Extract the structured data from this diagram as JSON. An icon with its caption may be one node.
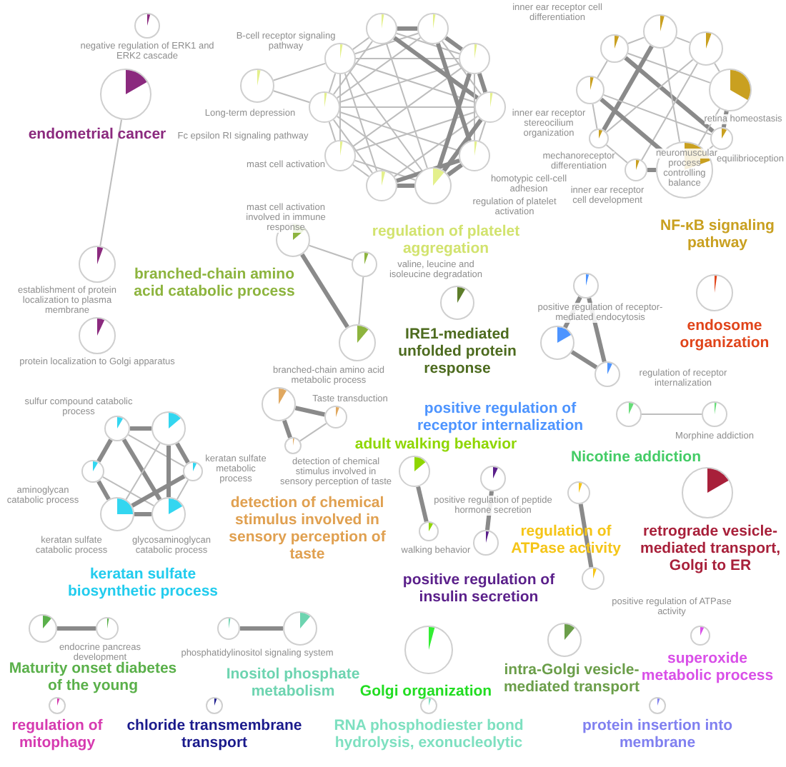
{
  "diagram": {
    "nodes": [
      {
        "text": [
          "negative regulation of ERK1 and ERK2 cascade"
        ]
      },
      {
        "text": [],
        "shape": "circle"
      },
      {
        "text": [
          "Long-term depression"
        ]
      },
      {
        "text": [
          "B-cell receptor signaling pathway"
        ]
      },
      {
        "text": [
          "Fc epsilon RI signaling pathway"
        ]
      },
      {
        "text": [
          "mast cell activation"
        ]
      },
      {
        "text": [
          "mast cell activation involved in immune response"
        ]
      },
      {
        "text": [],
        "shape": "circle"
      },
      {
        "text": [],
        "shape": "circle"
      },
      {
        "text": [],
        "shape": "circle"
      },
      {
        "text": [],
        "shape": "circle"
      },
      {
        "text": [
          "homotypic cell-cell adhesion"
        ]
      },
      {
        "text": [
          "regulation of platelet activation"
        ]
      },
      {
        "text": [
          "inner ear receptor cell differentiation"
        ]
      },
      {
        "text": [],
        "shape": "circle"
      },
      {
        "text": [],
        "shape": "circle"
      },
      {
        "text": [
          "retina homeostasis"
        ]
      },
      {
        "text": [
          "inner ear receptor stereocilium organization"
        ]
      },
      {
        "text": [
          "mechanoreceptor differentiation"
        ]
      },
      {
        "text": [
          "equilibrioception"
        ]
      },
      {
        "text": [
          "neuromuscular process controlling balance"
        ]
      },
      {
        "text": [
          "inner ear receptor cell development"
        ]
      },
      {
        "text": [],
        "shape": "circle"
      },
      {
        "text": [
          "valine, leucine and isoleucine degradation"
        ]
      },
      {
        "text": [
          "branched-chain amino acid metabolic process"
        ]
      },
      {
        "text": [],
        "shape": "circle"
      },
      {
        "text": [],
        "shape": "circle"
      },
      {
        "text": [
          "positive regulation of receptor-mediated endocytosis"
        ]
      },
      {
        "text": [
          "regulation of receptor internalization"
        ]
      },
      {
        "text": [],
        "shape": "circle"
      },
      {
        "text": [],
        "shape": "circle"
      },
      {
        "text": [
          "Morphine addiction"
        ]
      },
      {
        "text": [],
        "shape": "circle"
      },
      {
        "text": [
          "walking behavior"
        ]
      },
      {
        "text": [
          "positive regulation of peptide hormone secretion"
        ]
      },
      {
        "text": [],
        "shape": "circle"
      },
      {
        "text": [],
        "shape": "circle"
      },
      {
        "text": [
          "positive regulation of ATPase activity"
        ]
      },
      {
        "text": [],
        "shape": "circle"
      },
      {
        "text": [],
        "shape": "circle"
      },
      {
        "text": [],
        "shape": "circle"
      },
      {
        "text": [],
        "shape": "circle"
      },
      {
        "text": [
          "establishment of protein localization to plasma membrane"
        ]
      },
      {
        "text": [
          "protein localization to Golgi apparatus"
        ]
      },
      {
        "text": [
          "sulfur compound catabolic process"
        ]
      },
      {
        "text": [],
        "shape": "circle"
      },
      {
        "text": [
          "aminoglycan catabolic process"
        ]
      },
      {
        "text": [
          "keratan sulfate metabolic process"
        ]
      },
      {
        "text": [
          "keratan sulfate catabolic process"
        ]
      },
      {
        "text": [
          "glycosaminoglycan catabolic process"
        ]
      },
      {
        "text": [],
        "shape": "circle"
      },
      {
        "text": [
          "Taste transduction"
        ]
      },
      {
        "text": [
          "detection of chemical stimulus involved in sensory perception of taste"
        ]
      },
      {
        "text": [],
        "shape": "circle"
      },
      {
        "text": [
          "endocrine pancreas development"
        ]
      },
      {
        "text": [
          "phosphatidylinositol signaling system"
        ]
      },
      {
        "text": [],
        "shape": "circle"
      },
      {
        "text": [],
        "shape": "circle"
      },
      {
        "text": [],
        "shape": "circle"
      },
      {
        "text": [],
        "shape": "circle"
      },
      {
        "text": [],
        "shape": "circle"
      }
    ],
    "edges": [
      {
        "from": 1,
        "to": 42,
        "arrow": "none"
      },
      {
        "from": 2,
        "to": 3,
        "arrow": "none"
      },
      {
        "from": 2,
        "to": 4,
        "arrow": "none"
      },
      {
        "from": 3,
        "to": 4,
        "arrow": "none"
      },
      {
        "from": 3,
        "to": 5,
        "arrow": "none"
      },
      {
        "from": 3,
        "to": 6,
        "arrow": "none"
      },
      {
        "from": 3,
        "to": 7,
        "arrow": "none"
      },
      {
        "from": 3,
        "to": 8,
        "arrow": "none"
      },
      {
        "from": 3,
        "to": 9,
        "arrow": "none"
      },
      {
        "from": 3,
        "to": 10,
        "arrow": "none"
      },
      {
        "from": 3,
        "to": 12,
        "arrow": "none"
      },
      {
        "from": 4,
        "to": 5,
        "arrow": "none"
      },
      {
        "from": 4,
        "to": 6,
        "arrow": "none"
      },
      {
        "from": 4,
        "to": 7,
        "arrow": "none"
      },
      {
        "from": 4,
        "to": 8,
        "arrow": "none"
      },
      {
        "from": 4,
        "to": 9,
        "arrow": "none"
      },
      {
        "from": 4,
        "to": 10,
        "arrow": "none"
      },
      {
        "from": 4,
        "to": 11,
        "arrow": "none"
      },
      {
        "from": 4,
        "to": 12,
        "arrow": "none"
      },
      {
        "from": 5,
        "to": 6,
        "arrow": "none"
      },
      {
        "from": 5,
        "to": 9,
        "arrow": "none"
      },
      {
        "from": 5,
        "to": 10,
        "arrow": "none"
      },
      {
        "from": 5,
        "to": 12,
        "arrow": "none"
      },
      {
        "from": 6,
        "to": 10,
        "arrow": "none"
      },
      {
        "from": 6,
        "to": 11,
        "arrow": "none",
        "style": "thick"
      },
      {
        "from": 6,
        "to": 12,
        "arrow": "none",
        "style": "thick"
      },
      {
        "from": 7,
        "to": 8,
        "arrow": "none",
        "style": "thick"
      },
      {
        "from": 7,
        "to": 9,
        "arrow": "none"
      },
      {
        "from": 7,
        "to": 10,
        "arrow": "none",
        "style": "thick"
      },
      {
        "from": 7,
        "to": 12,
        "arrow": "none"
      },
      {
        "from": 8,
        "to": 9,
        "arrow": "none",
        "style": "thick"
      },
      {
        "from": 8,
        "to": 10,
        "arrow": "none"
      },
      {
        "from": 8,
        "to": 11,
        "arrow": "none",
        "style": "thick"
      },
      {
        "from": 9,
        "to": 10,
        "arrow": "none",
        "style": "thick"
      },
      {
        "from": 9,
        "to": 11,
        "arrow": "none"
      },
      {
        "from": 9,
        "to": 12,
        "arrow": "none",
        "style": "thick"
      },
      {
        "from": 10,
        "to": 11,
        "arrow": "none"
      },
      {
        "from": 10,
        "to": 12,
        "arrow": "none",
        "style": "thick"
      },
      {
        "from": 11,
        "to": 12,
        "arrow": "none",
        "style": "thick"
      },
      {
        "from": 13,
        "to": 14,
        "arrow": "none"
      },
      {
        "from": 14,
        "to": 15,
        "arrow": "none"
      },
      {
        "from": 15,
        "to": 16,
        "arrow": "none"
      },
      {
        "from": 13,
        "to": 17,
        "arrow": "none"
      },
      {
        "from": 13,
        "to": 16,
        "arrow": "none"
      },
      {
        "from": 13,
        "to": 19,
        "arrow": "none",
        "style": "thick"
      },
      {
        "from": 14,
        "to": 18,
        "arrow": "none",
        "style": "thick"
      },
      {
        "from": 14,
        "to": 20,
        "arrow": "none"
      },
      {
        "from": 15,
        "to": 18,
        "arrow": "none"
      },
      {
        "from": 15,
        "to": 21,
        "arrow": "none"
      },
      {
        "from": 16,
        "to": 19,
        "arrow": "none",
        "style": "thick"
      },
      {
        "from": 16,
        "to": 20,
        "arrow": "none"
      },
      {
        "from": 17,
        "to": 18,
        "arrow": "none"
      },
      {
        "from": 17,
        "to": 20,
        "arrow": "none",
        "style": "thick"
      },
      {
        "from": 17,
        "to": 19,
        "arrow": "none"
      },
      {
        "from": 18,
        "to": 21,
        "arrow": "none"
      },
      {
        "from": 19,
        "to": 20,
        "arrow": "none"
      },
      {
        "from": 20,
        "to": 21,
        "arrow": "none",
        "style": "thick"
      },
      {
        "from": 22,
        "to": 23,
        "arrow": "none"
      },
      {
        "from": 22,
        "to": 24,
        "arrow": "none",
        "style": "thick"
      },
      {
        "from": 23,
        "to": 24,
        "arrow": "none"
      },
      {
        "from": 26,
        "to": 27,
        "arrow": "none",
        "style": "thick"
      },
      {
        "from": 27,
        "to": 28,
        "arrow": "none",
        "style": "thick"
      },
      {
        "from": 26,
        "to": 28,
        "arrow": "none",
        "style": "thick"
      },
      {
        "from": 30,
        "to": 31,
        "arrow": "none"
      },
      {
        "from": 32,
        "to": 33,
        "arrow": "none",
        "style": "thick"
      },
      {
        "from": 34,
        "to": 35,
        "arrow": "none",
        "style": "thick"
      },
      {
        "from": 36,
        "to": 37,
        "arrow": "none",
        "style": "thick"
      },
      {
        "from": 44,
        "to": 45,
        "arrow": "none",
        "style": "thick"
      },
      {
        "from": 44,
        "to": 46,
        "arrow": "none",
        "style": "thick"
      },
      {
        "from": 44,
        "to": 47,
        "arrow": "none"
      },
      {
        "from": 44,
        "to": 49,
        "arrow": "none",
        "style": "thick"
      },
      {
        "from": 45,
        "to": 47,
        "arrow": "none",
        "style": "thick"
      },
      {
        "from": 45,
        "to": 48,
        "arrow": "none"
      },
      {
        "from": 45,
        "to": 49,
        "arrow": "none",
        "style": "thick"
      },
      {
        "from": 46,
        "to": 48,
        "arrow": "none",
        "style": "thick"
      },
      {
        "from": 46,
        "to": 49,
        "arrow": "none"
      },
      {
        "from": 47,
        "to": 48,
        "arrow": "none",
        "style": "thick"
      },
      {
        "from": 47,
        "to": 49,
        "arrow": "none"
      },
      {
        "from": 48,
        "to": 49,
        "arrow": "none",
        "style": "thick"
      },
      {
        "from": 50,
        "to": 51,
        "arrow": "none",
        "style": "thick"
      },
      {
        "from": 50,
        "to": 52,
        "arrow": "none",
        "style": "thick"
      },
      {
        "from": 51,
        "to": 52,
        "arrow": "none"
      },
      {
        "from": 53,
        "to": 54,
        "arrow": "none",
        "style": "thick"
      },
      {
        "from": 55,
        "to": 56,
        "arrow": "none",
        "style": "thick"
      }
    ],
    "labels": [
      "endometrial cancer",
      "regulation of platelet aggregation",
      "NF-κB signaling pathway",
      "branched-chain amino acid catabolic process",
      "IRE1-mediated unfolded protein response",
      "endosome organization",
      "positive regulation of receptor internalization",
      "Nicotine addiction",
      "detection of chemical stimulus involved in sensory perception of taste",
      "adult walking behavior",
      "regulation of ATPase activity",
      "positive regulation of insulin secretion",
      "retrograde vesicle-mediated transport, Golgi to ER",
      "keratan sulfate biosynthetic process",
      "Maturity onset diabetes of the young",
      "Inositol phosphate metabolism",
      "Golgi organization",
      "intra-Golgi vesicle-mediated transport",
      "superoxide metabolic process",
      "regulation of mitophagy",
      "chloride transmembrane transport",
      "RNA phosphodiester bond hydrolysis, exonucleolytic",
      "protein insertion into membrane"
    ]
  }
}
